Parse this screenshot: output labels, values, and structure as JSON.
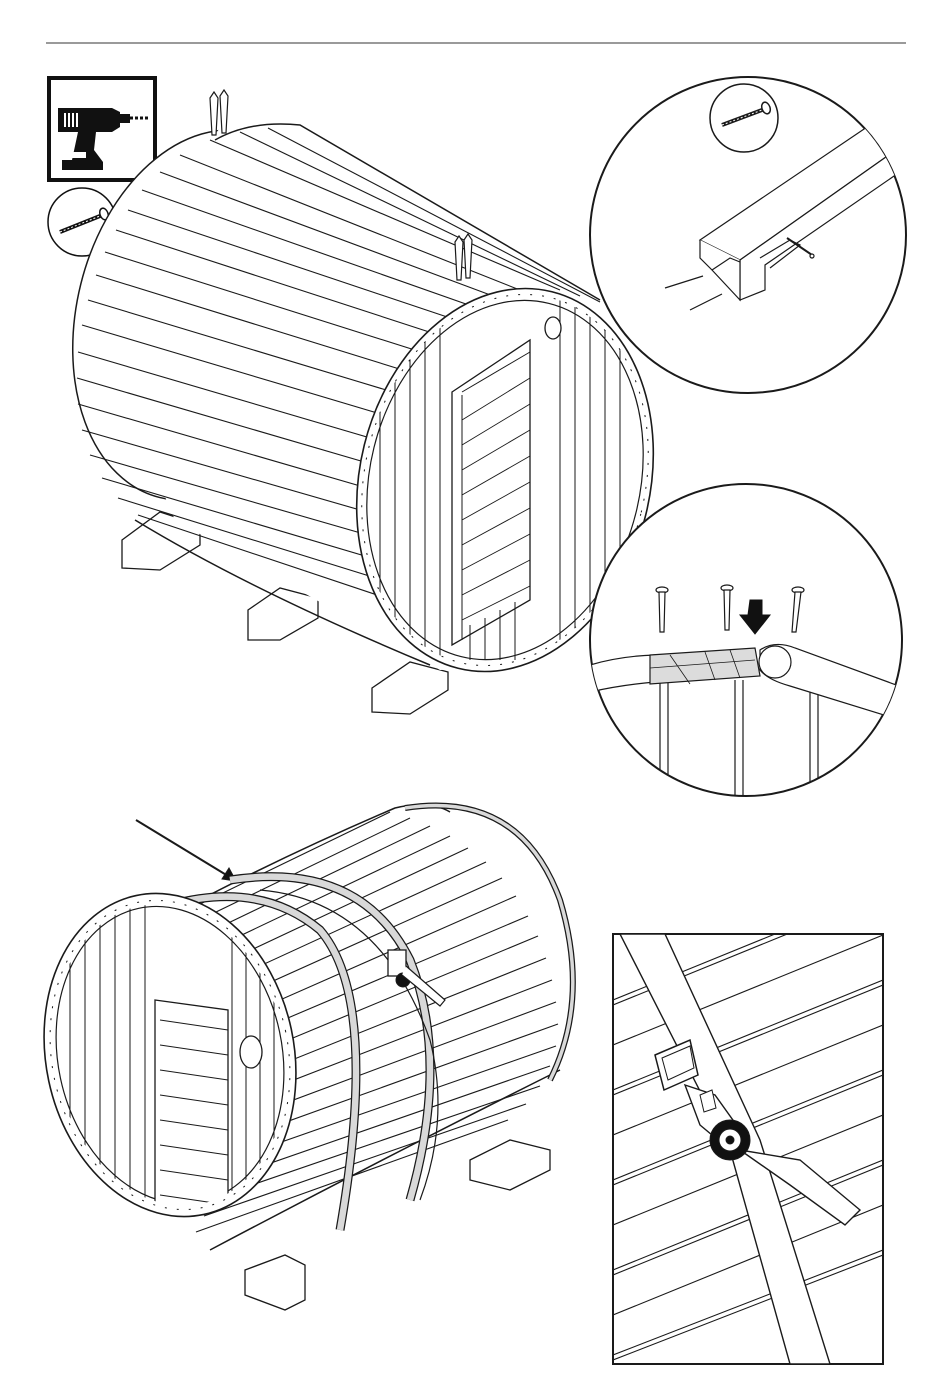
{
  "document": {
    "type": "assembly-instructions",
    "tool_icon": "cordless-drill-icon",
    "fastener_icon": "screw-icon",
    "steps": [
      {
        "illustration": "barrel-sauna-roof-screwing",
        "details": [
          "screw-joint-detail",
          "stave-screw-detail"
        ]
      },
      {
        "illustration": "barrel-sauna-ratchet-straps",
        "details": [
          "ratchet-strap-detail"
        ]
      }
    ]
  },
  "colors": {
    "line": "#1a1a1a",
    "band": "#d9d9d9",
    "background": "#ffffff"
  }
}
